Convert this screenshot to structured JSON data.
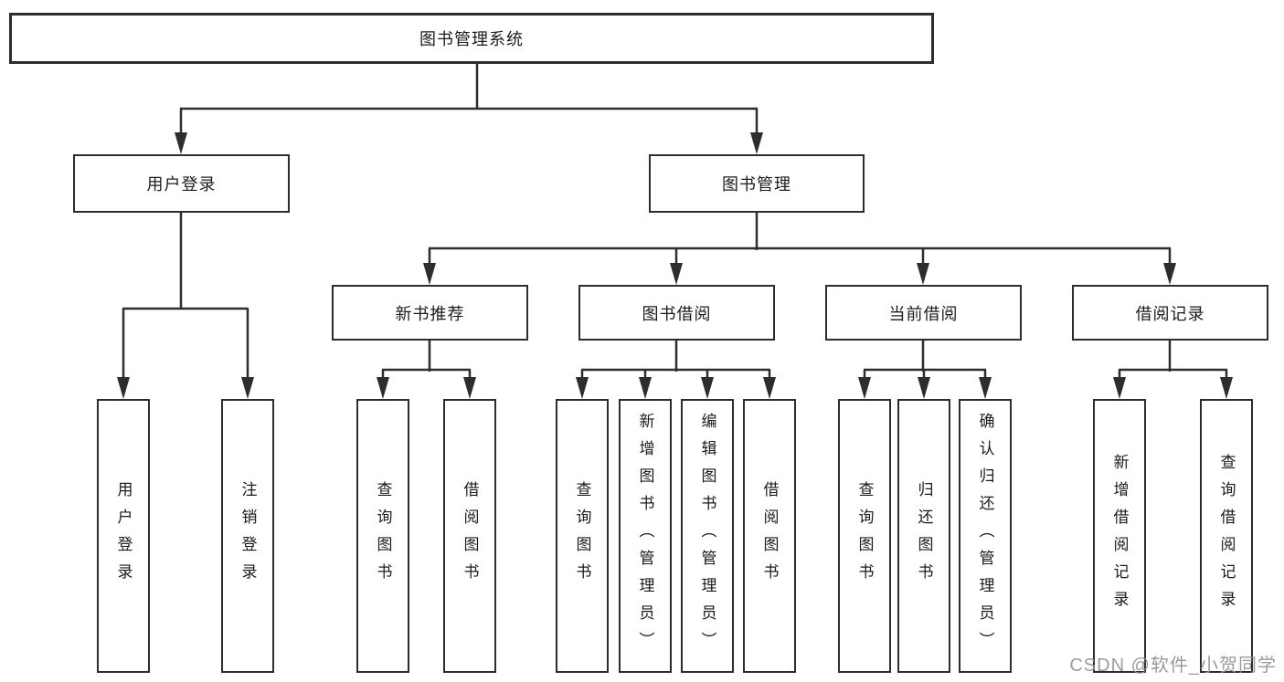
{
  "root": {
    "label": "图书管理系统"
  },
  "level2": {
    "user_login": {
      "label": "用户登录"
    },
    "book_mgmt": {
      "label": "图书管理"
    }
  },
  "level3": {
    "new_book": {
      "label": "新书推荐"
    },
    "borrow": {
      "label": "图书借阅"
    },
    "current": {
      "label": "当前借阅"
    },
    "records": {
      "label": "借阅记录"
    }
  },
  "leaves": {
    "user_login": [
      "用户登录",
      "注销登录"
    ],
    "new_book": [
      "查询图书",
      "借阅图书"
    ],
    "borrow": [
      "查询图书",
      "新增图书（管理员）",
      "编辑图书（管理员）",
      "借阅图书"
    ],
    "current": [
      "查询图书",
      "归还图书",
      "确认归还（管理员）"
    ],
    "records": [
      "新增借阅记录",
      "查询借阅记录"
    ]
  },
  "watermark": "CSDN @软件_小贺同学",
  "colors": {
    "line": "#2d2d2d",
    "box_border": "#2d2d2d",
    "box_bg": "#ffffff",
    "text": "#1b1b1b",
    "watermark": "#949494"
  }
}
